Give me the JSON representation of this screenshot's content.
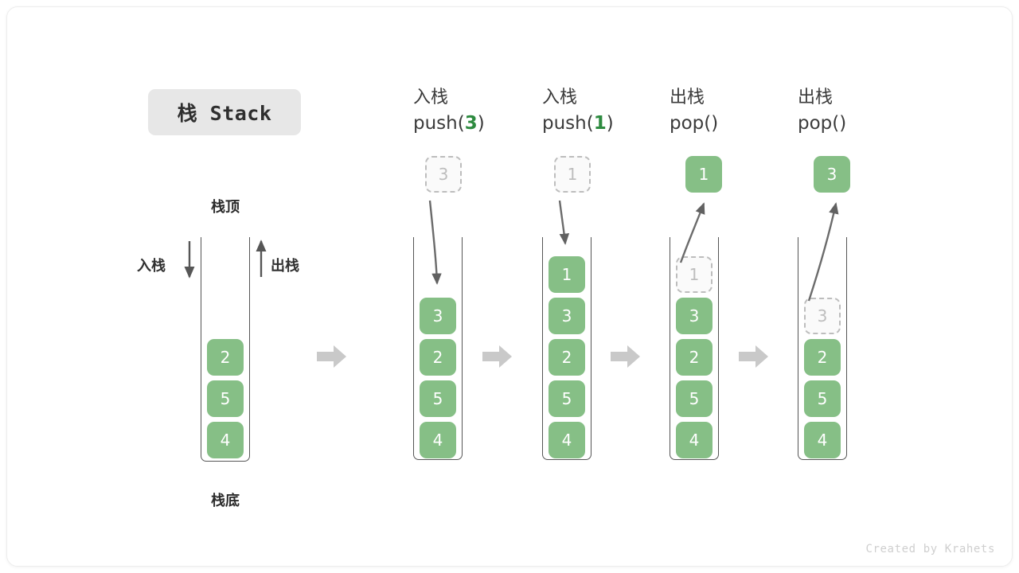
{
  "title_badge": {
    "label": "栈 Stack"
  },
  "first_stack": {
    "top_label": "栈顶",
    "bottom_label": "栈底",
    "push_label": "入栈",
    "pop_label": "出栈",
    "values": [
      "2",
      "5",
      "4"
    ]
  },
  "columns": [
    {
      "id": "push-3",
      "head_line1": "入栈",
      "head_op": "push(",
      "head_num": "3",
      "head_close": ")",
      "op_type": "push",
      "floating": {
        "value": "3",
        "style": "ghost"
      },
      "cells": [
        {
          "value": "3",
          "style": "filled"
        },
        {
          "value": "2",
          "style": "filled"
        },
        {
          "value": "5",
          "style": "filled"
        },
        {
          "value": "4",
          "style": "filled"
        }
      ]
    },
    {
      "id": "push-1",
      "head_line1": "入栈",
      "head_op": "push(",
      "head_num": "1",
      "head_close": ")",
      "op_type": "push",
      "floating": {
        "value": "1",
        "style": "ghost"
      },
      "cells": [
        {
          "value": "1",
          "style": "filled"
        },
        {
          "value": "3",
          "style": "filled"
        },
        {
          "value": "2",
          "style": "filled"
        },
        {
          "value": "5",
          "style": "filled"
        },
        {
          "value": "4",
          "style": "filled"
        }
      ]
    },
    {
      "id": "pop-1",
      "head_line1": "出栈",
      "head_op": "pop(",
      "head_num": "",
      "head_close": ")",
      "op_type": "pop",
      "floating": {
        "value": "1",
        "style": "filled"
      },
      "cells": [
        {
          "value": "1",
          "style": "ghost"
        },
        {
          "value": "3",
          "style": "filled"
        },
        {
          "value": "2",
          "style": "filled"
        },
        {
          "value": "5",
          "style": "filled"
        },
        {
          "value": "4",
          "style": "filled"
        }
      ]
    },
    {
      "id": "pop-2",
      "head_line1": "出栈",
      "head_op": "pop(",
      "head_num": "",
      "head_close": ")",
      "op_type": "pop",
      "floating": {
        "value": "3",
        "style": "filled"
      },
      "cells": [
        {
          "value": "3",
          "style": "ghost"
        },
        {
          "value": "2",
          "style": "filled"
        },
        {
          "value": "5",
          "style": "filled"
        },
        {
          "value": "4",
          "style": "filled"
        }
      ]
    }
  ],
  "separators": [
    "step-arrow-1",
    "step-arrow-2",
    "step-arrow-3",
    "step-arrow-4"
  ],
  "footer": {
    "credit": "Created by Krahets"
  },
  "colors": {
    "cell_green": "#86bf86",
    "accent_green": "#2e8b40",
    "ghost_border": "#bdbdbd",
    "ghost_fill": "#fafafa",
    "stack_wall": "#555555",
    "sep_arrow": "#c9c9c9",
    "badge_bg": "#e7e7e7",
    "text_dark": "#3b3b3b",
    "footer_text": "#cfcfcf"
  }
}
